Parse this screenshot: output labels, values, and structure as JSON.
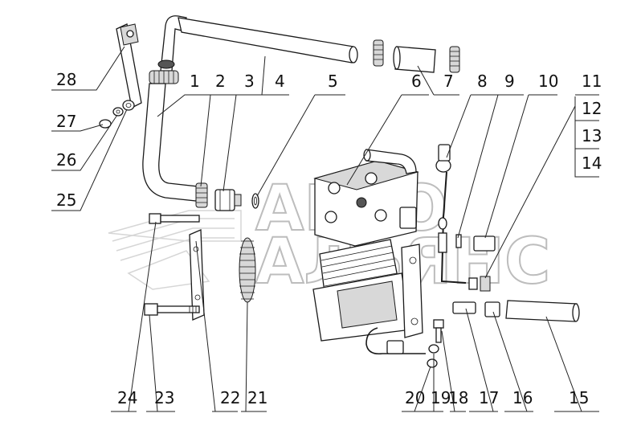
{
  "diagram": {
    "watermark": {
      "line1": "АВТО",
      "line2": "АЛЬЯНС"
    },
    "callouts": [
      {
        "id": "1",
        "label": "1"
      },
      {
        "id": "2",
        "label": "2"
      },
      {
        "id": "3",
        "label": "3"
      },
      {
        "id": "4",
        "label": "4"
      },
      {
        "id": "5",
        "label": "5"
      },
      {
        "id": "6",
        "label": "6"
      },
      {
        "id": "7",
        "label": "7"
      },
      {
        "id": "8",
        "label": "8"
      },
      {
        "id": "9",
        "label": "9"
      },
      {
        "id": "10",
        "label": "10"
      },
      {
        "id": "11",
        "label": "11"
      },
      {
        "id": "12",
        "label": "12"
      },
      {
        "id": "13",
        "label": "13"
      },
      {
        "id": "14",
        "label": "14"
      },
      {
        "id": "15",
        "label": "15"
      },
      {
        "id": "16",
        "label": "16"
      },
      {
        "id": "17",
        "label": "17"
      },
      {
        "id": "18",
        "label": "18"
      },
      {
        "id": "19",
        "label": "19"
      },
      {
        "id": "20",
        "label": "20"
      },
      {
        "id": "21",
        "label": "21"
      },
      {
        "id": "22",
        "label": "22"
      },
      {
        "id": "23",
        "label": "23"
      },
      {
        "id": "24",
        "label": "24"
      },
      {
        "id": "25",
        "label": "25"
      },
      {
        "id": "26",
        "label": "26"
      },
      {
        "id": "27",
        "label": "27"
      },
      {
        "id": "28",
        "label": "28"
      }
    ]
  }
}
